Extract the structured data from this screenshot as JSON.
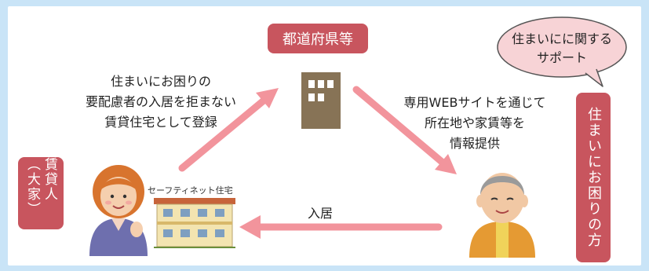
{
  "prefecture_label": "都道府県等",
  "landlord_label": "賃貸人（大家）",
  "needy_label": "住まいにお困りの方",
  "support_bubble": [
    "住まいにに関する",
    "サポート"
  ],
  "registration_text": [
    "住まいにお困りの",
    "要配慮者の入居を拒まない",
    "賃貸住宅として登録"
  ],
  "info_text": [
    "専用WEBサイトを通じて",
    "所在地や家賃等を",
    "情報提供"
  ],
  "move_in_label": "入居",
  "housing_label": "セーフティネット住宅",
  "colors": {
    "accent_red": "#c8555e",
    "arrow_pink": "#f2949c",
    "building": "#877356",
    "bubble": "#f7d3d6",
    "bubble_border": "#555555"
  }
}
